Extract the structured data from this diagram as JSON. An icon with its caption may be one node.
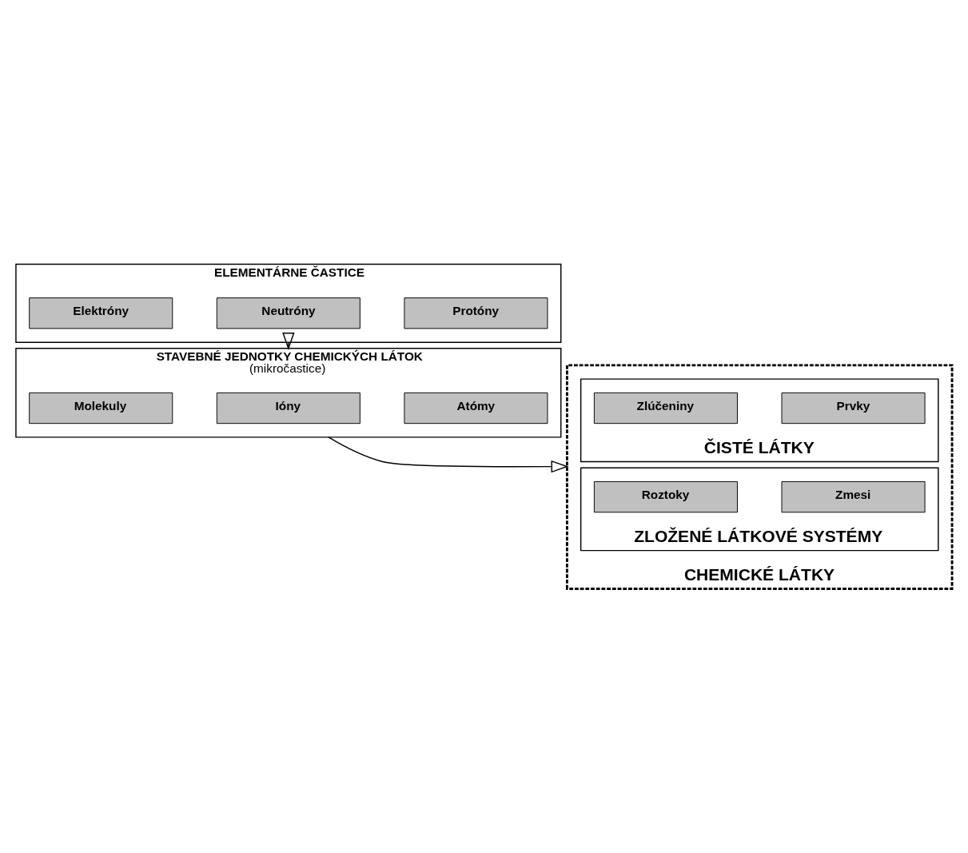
{
  "diagram": {
    "nodes": [
      {
        "text": [
          "ELEMENTÁRNE ČASTICE"
        ]
      },
      {
        "text": [
          "Protóny"
        ],
        "in": 0
      },
      {
        "text": [
          "Neutróny"
        ],
        "in": 0
      },
      {
        "text": [
          "Elektróny"
        ],
        "in": 0
      },
      {
        "text": [
          "STAVEBNÉ JEDNOTKY CHEMICKÝCH LÁTOK",
          "(mikročastice)"
        ]
      },
      {
        "text": [
          "Atómy"
        ],
        "in": 4
      },
      {
        "text": [
          "Ióny"
        ],
        "in": 4
      },
      {
        "text": [
          "Molekuly"
        ],
        "in": 4
      },
      {
        "text": [
          "CHEMICKÉ LÁTKY"
        ]
      },
      {
        "text": [
          "ČISTÉ LÁTKY"
        ],
        "in": 8
      },
      {
        "text": [
          "Prvky"
        ],
        "in": 9
      },
      {
        "text": [
          "Zlúčeniny"
        ],
        "in": 9
      },
      {
        "text": [
          "ZLOŽENÉ LÁTKOVÉ SYSTÉMY"
        ],
        "in": 8
      },
      {
        "text": [
          "Zmesi"
        ],
        "in": 12
      },
      {
        "text": [
          "Roztoky"
        ],
        "in": 12
      }
    ],
    "edges": [
      {
        "from": 0,
        "to": 4,
        "arrow": "to"
      },
      {
        "from": 4,
        "to": 8,
        "arrow": "to"
      }
    ]
  }
}
